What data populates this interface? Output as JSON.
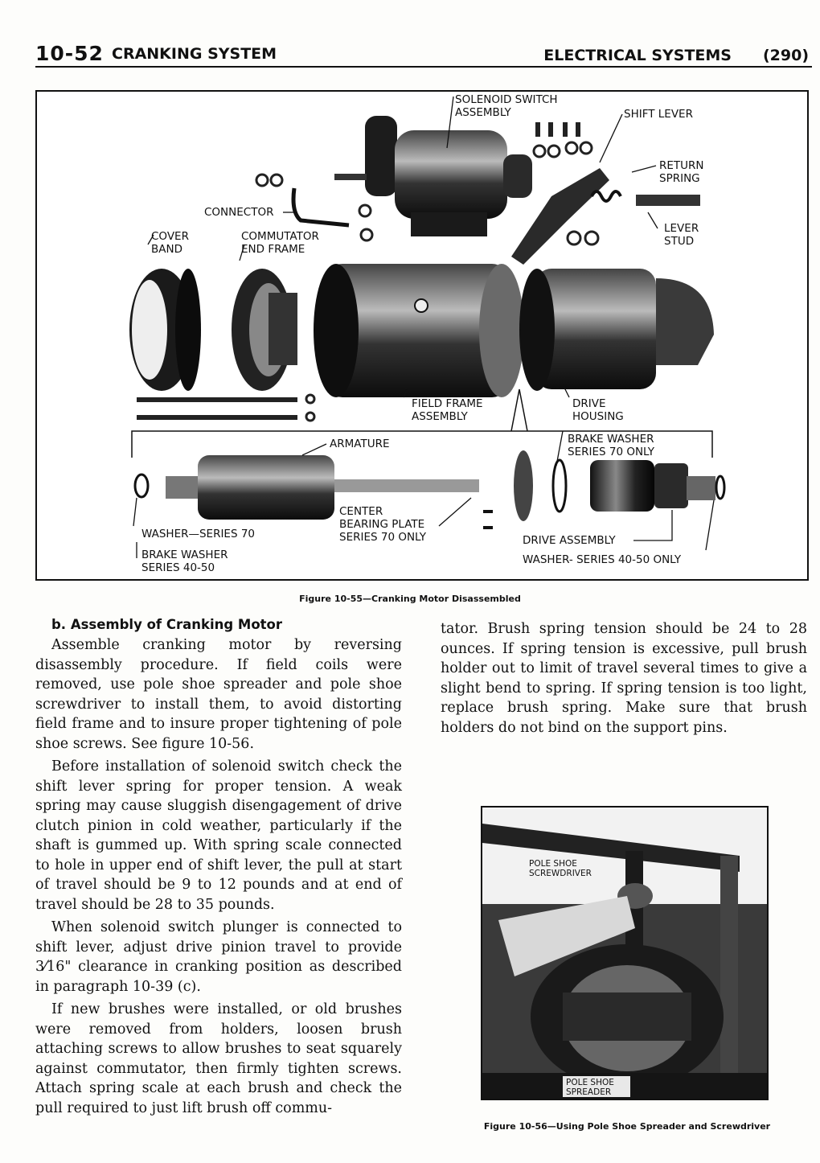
{
  "header": {
    "page_number": "10-52",
    "section": "CRANKING SYSTEM",
    "chapter": "ELECTRICAL SYSTEMS",
    "page_index": "(290)"
  },
  "figure1": {
    "labels": {
      "solenoid": "SOLENOID SWITCH\nASSEMBLY",
      "shift_lever": "SHIFT LEVER",
      "return_spring": "RETURN\nSPRING",
      "lever_stud": "LEVER\nSTUD",
      "connector": "CONNECTOR",
      "cover_band": "COVER\nBAND",
      "commutator": "COMMUTATOR\nEND FRAME",
      "field_frame": "FIELD FRAME\nASSEMBLY",
      "drive_housing": "DRIVE\nHOUSING",
      "armature": "ARMATURE",
      "brake_washer_70": "BRAKE WASHER\nSERIES 70 ONLY",
      "center_bearing": "CENTER\nBEARING PLATE\nSERIES 70 ONLY",
      "washer_series_70": "WASHER—SERIES 70",
      "brake_washer_4050": "BRAKE WASHER\nSERIES 40-50",
      "drive_assembly": "DRIVE ASSEMBLY",
      "washer_4050": "WASHER- SERIES 40-50 ONLY"
    },
    "caption": "Figure 10-55—Cranking Motor Disassembled"
  },
  "body": {
    "heading": "b. Assembly of Cranking Motor",
    "left_paragraphs": [
      "Assemble cranking motor by reversing disassembly procedure. If field coils were removed, use pole shoe spreader and pole shoe screwdriver to install them, to avoid distorting field frame and to insure proper tightening of pole shoe screws. See figure 10-56.",
      "Before installation of solenoid switch check the shift lever spring for proper tension. A weak spring may cause sluggish disengagement of drive clutch pinion in cold weather, particularly if the shaft is gummed up. With spring scale connected to hole in upper end of shift lever, the pull at start of travel should be 9 to 12 pounds and at end of travel should be 28 to 35 pounds.",
      "When solenoid switch plunger is connected to shift lever, adjust drive pinion travel to provide 3⁄16\" clearance in cranking position as described in paragraph 10-39 (c).",
      "If new brushes were installed, or old brushes were removed from holders, loosen brush attaching screws to allow brushes to seat squarely against commutator, then firmly tighten screws. Attach spring scale at each brush and check the pull required to just lift brush off commu-"
    ],
    "right_paragraph": "tator. Brush spring tension should be 24 to 28 ounces. If spring tension is excessive, pull brush holder out to limit of travel several times to give a slight bend to spring. If spring tension is too light, replace brush spring. Make sure that brush holders do not bind on the support pins."
  },
  "figure2": {
    "label_screwdriver": "POLE SHOE\nSCREWDRIVER",
    "label_spreader": "POLE SHOE\nSPREADER",
    "caption": "Figure 10-56—Using Pole Shoe Spreader and Screwdriver"
  }
}
